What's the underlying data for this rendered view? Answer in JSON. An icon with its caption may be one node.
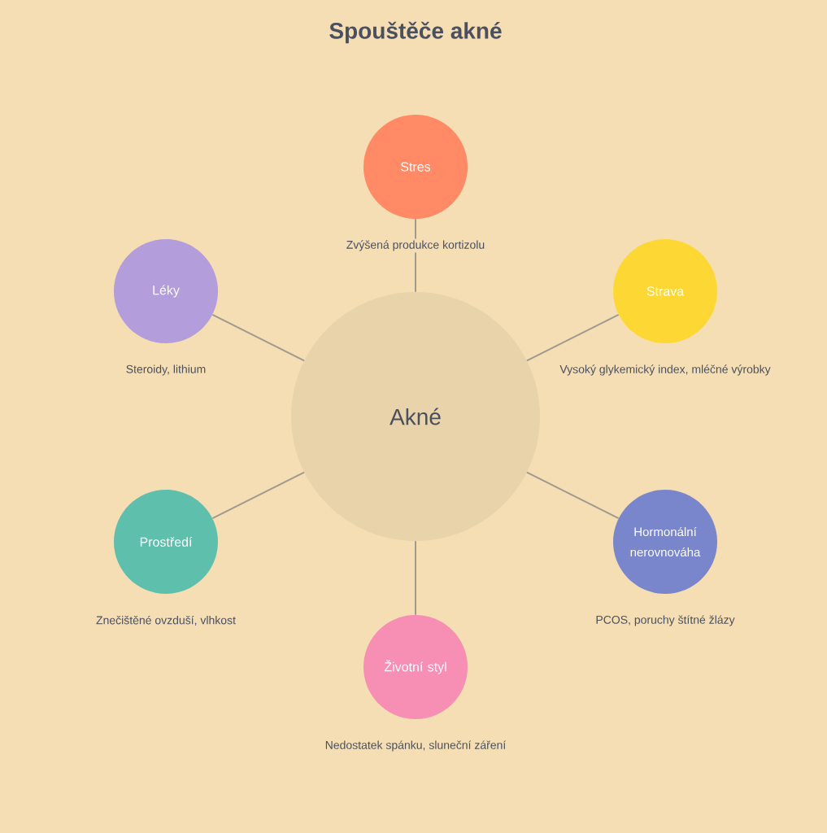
{
  "diagram": {
    "title": "Spouštěče akné",
    "nodes": [
      {
        "text": [
          "Akné"
        ]
      },
      {
        "text": [
          "Stres"
        ],
        "beside": [
          "Zvýšená produkce kortizolu"
        ]
      },
      {
        "text": [
          "Léky"
        ],
        "beside": [
          "Steroidy, lithium"
        ]
      },
      {
        "text": [
          "Strava"
        ],
        "beside": [
          "Vysoký glykemický index, mléčné výrobky"
        ]
      },
      {
        "text": [
          "Prostředí"
        ],
        "beside": [
          "Znečištěné ovzduší, vlhkost"
        ]
      },
      {
        "text": [
          "Hormonální nerovnováha"
        ],
        "beside": [
          "PCOS, poruchy štítné žlázy"
        ]
      },
      {
        "text": [
          "Životní styl"
        ],
        "beside": [
          "Nedostatek spánku, sluneční záření"
        ]
      }
    ],
    "edges": [
      {
        "from": 0,
        "to": 1,
        "arrow": "none"
      },
      {
        "from": 0,
        "to": 2,
        "arrow": "none"
      },
      {
        "from": 0,
        "to": 3,
        "arrow": "none"
      },
      {
        "from": 0,
        "to": 4,
        "arrow": "none"
      },
      {
        "from": 0,
        "to": 5,
        "arrow": "none"
      },
      {
        "from": 0,
        "to": 6,
        "arrow": "none"
      }
    ]
  }
}
